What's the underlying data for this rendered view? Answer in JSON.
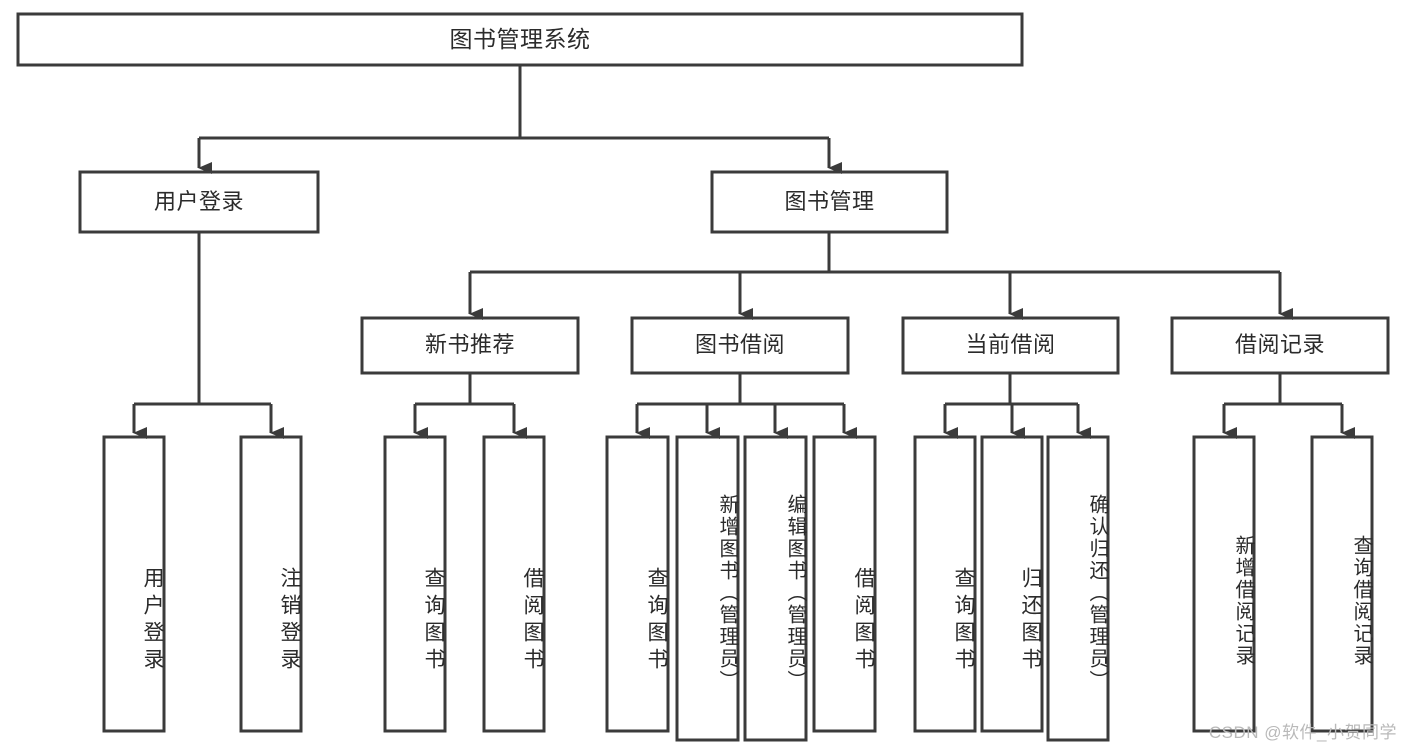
{
  "diagram": {
    "title": "图书管理系统",
    "type": "tree-hierarchy-chart",
    "colors": {
      "box_stroke": "#3b3b3b",
      "box_fill": "#ffffff",
      "connector": "#3b3b3b",
      "text": "#2b2b2b",
      "background": "#ffffff",
      "watermark": "#b9b9b9"
    },
    "root": {
      "label": "图书管理系统"
    },
    "level1": [
      {
        "label": "用户登录"
      },
      {
        "label": "图书管理"
      }
    ],
    "level2": [
      {
        "label": "新书推荐"
      },
      {
        "label": "图书借阅"
      },
      {
        "label": "当前借阅"
      },
      {
        "label": "借阅记录"
      }
    ],
    "leaves": {
      "user_login": [
        {
          "label": "用户登录"
        },
        {
          "label": "注销登录"
        }
      ],
      "new_book_recommend": [
        {
          "label": "查询图书"
        },
        {
          "label": "借阅图书"
        }
      ],
      "book_borrow": [
        {
          "label": "查询图书"
        },
        {
          "label": "新增图书（管理员）"
        },
        {
          "label": "编辑图书（管理员）"
        },
        {
          "label": "借阅图书"
        }
      ],
      "current_borrow": [
        {
          "label": "查询图书"
        },
        {
          "label": "归还图书"
        },
        {
          "label": "确认归还（管理员）"
        }
      ],
      "borrow_record": [
        {
          "label": "新增借阅记录"
        },
        {
          "label": "查询借阅记录"
        }
      ]
    }
  },
  "watermark": {
    "text": "CSDN @软件_小贺同学"
  }
}
